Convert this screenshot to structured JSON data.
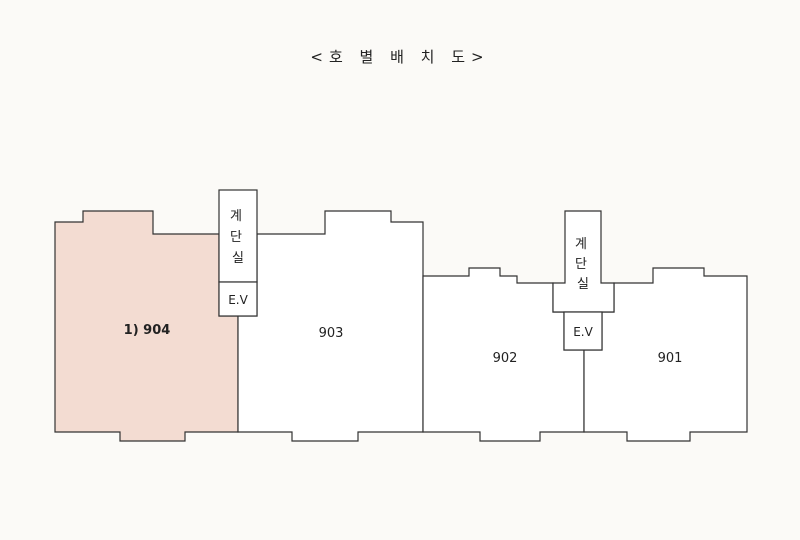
{
  "title": "<호 별 배 치 도>",
  "units": [
    {
      "id": "904",
      "label": "1) 904",
      "highlighted": true,
      "fill": "#f3dcd2"
    },
    {
      "id": "903",
      "label": "903",
      "highlighted": false,
      "fill": "#ffffff"
    },
    {
      "id": "902",
      "label": "902",
      "highlighted": false,
      "fill": "#ffffff"
    },
    {
      "id": "901",
      "label": "901",
      "highlighted": false,
      "fill": "#ffffff"
    }
  ],
  "stair_left": {
    "label": "계\n단\n실"
  },
  "ev_left": {
    "label": "E.V"
  },
  "stair_right": {
    "label": "계\n단\n실"
  },
  "ev_right": {
    "label": "E.V"
  },
  "colors": {
    "line": "#333333",
    "highlight": "#f3dcd2",
    "background": "#fbfaf7"
  }
}
